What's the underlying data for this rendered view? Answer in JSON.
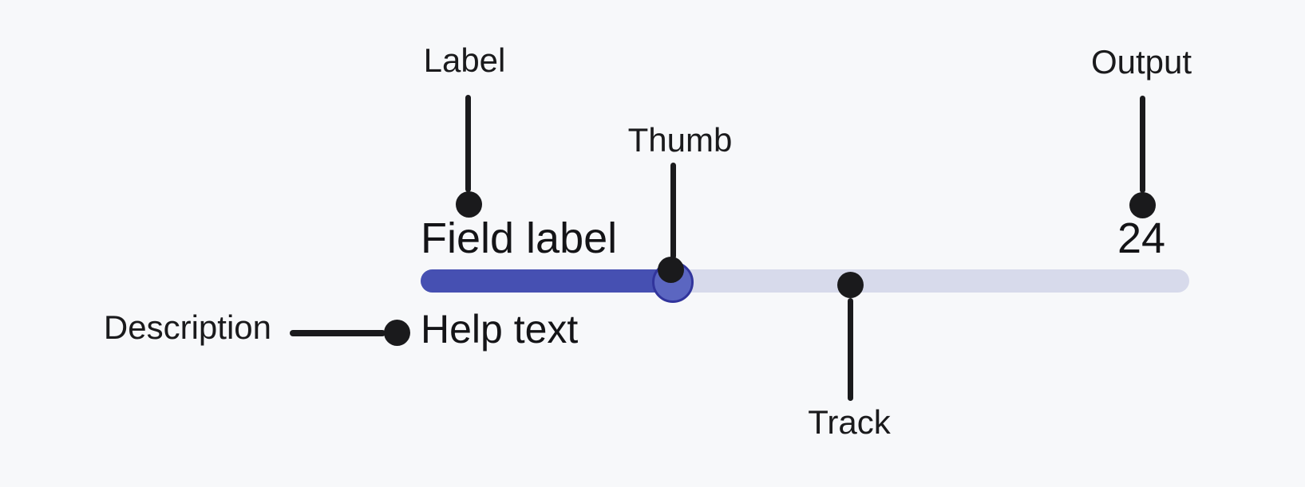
{
  "canvas": {
    "background": "#f7f8fa"
  },
  "component": {
    "field_label": "Field label",
    "output_value": "24",
    "help_text": "Help text",
    "slider": {
      "value": 24,
      "fill_percent": 33,
      "colors": {
        "track": "#d7daeb",
        "fill": "#4650b2",
        "thumb": "#5b66c1",
        "thumb_border": "#31349c",
        "annotation": "#1a1a1c",
        "text": "#141417"
      }
    }
  },
  "annotations": {
    "label": "Label",
    "thumb": "Thumb",
    "output": "Output",
    "description": "Description",
    "track": "Track"
  }
}
